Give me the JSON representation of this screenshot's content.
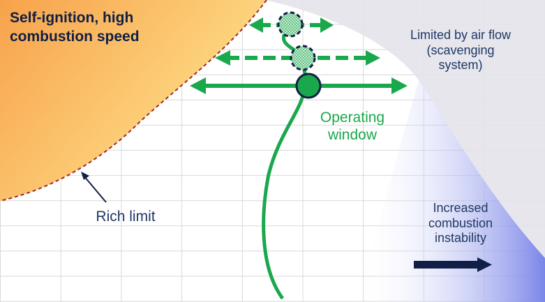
{
  "labels": {
    "self_ignition": [
      "Self-ignition, high",
      "combustion speed"
    ],
    "air_flow": [
      "Limited by air flow",
      "(scavenging",
      "system)"
    ],
    "operating_window": [
      "Operating",
      "window"
    ],
    "rich_limit": "Rich limit",
    "instability": [
      "Increased",
      "combustion",
      "instability"
    ]
  },
  "colors": {
    "green": "#19a84c",
    "orange": "#f7a24b",
    "yellow": "#ffe48e",
    "gray": "#e3e3ea",
    "blue": "#7b86e8",
    "navy": "#0f1f45",
    "rich_limit_line": "#a0282a"
  }
}
